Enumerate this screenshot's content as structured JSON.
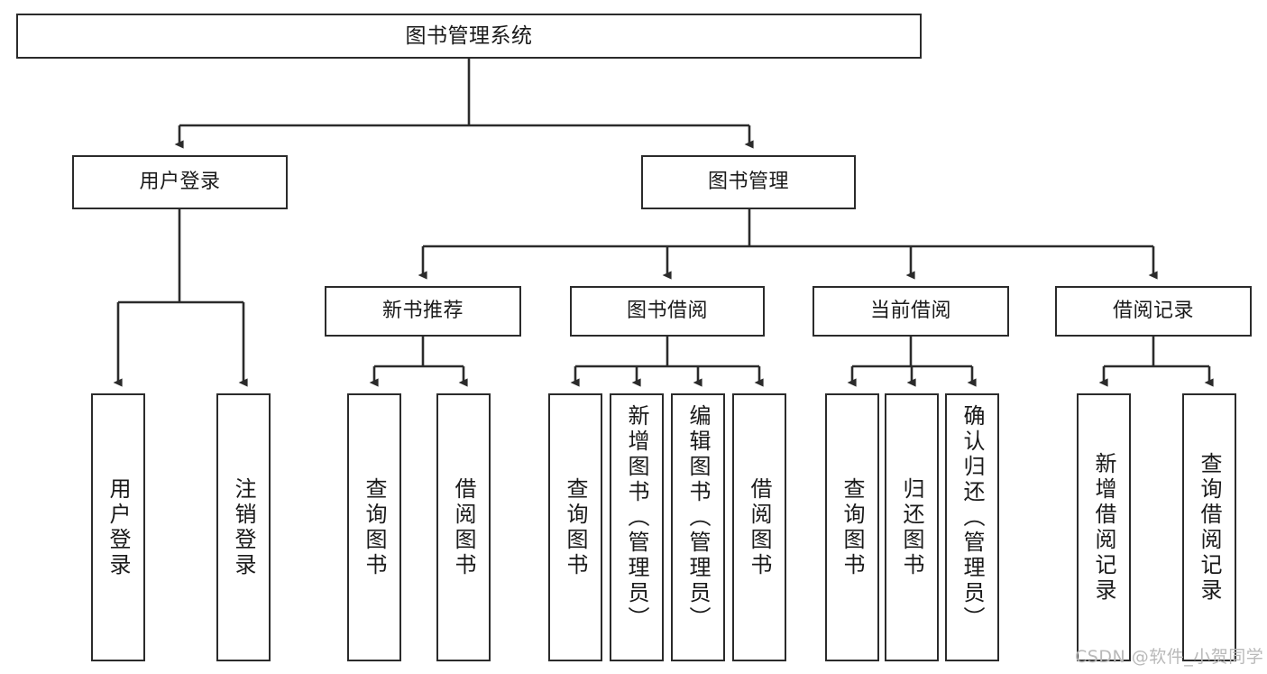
{
  "diagram": {
    "type": "tree",
    "title": "图书管理系统",
    "watermark": "CSDN @软件_小贺同学",
    "colors": {
      "stroke": "#2b2b2b",
      "fill": "#ffffff",
      "text": "#1a1a1a",
      "watermark": "#b9b9b9",
      "background": "#ffffff"
    },
    "nodes": {
      "root": {
        "label": "图书管理系统"
      },
      "level2": [
        {
          "label": "用户登录"
        },
        {
          "label": "图书管理"
        }
      ],
      "level3": [
        {
          "label": "新书推荐"
        },
        {
          "label": "图书借阅"
        },
        {
          "label": "当前借阅"
        },
        {
          "label": "借阅记录"
        }
      ],
      "leaves": {
        "user_login": [
          {
            "label": "用户登录"
          },
          {
            "label": "注销登录"
          }
        ],
        "new_book_recommend": [
          {
            "label": "查询图书"
          },
          {
            "label": "借阅图书"
          }
        ],
        "book_borrow": [
          {
            "label": "查询图书"
          },
          {
            "label": "新增图书（管理员）"
          },
          {
            "label": "编辑图书（管理员）"
          },
          {
            "label": "借阅图书"
          }
        ],
        "current_borrow": [
          {
            "label": "查询图书"
          },
          {
            "label": "归还图书"
          },
          {
            "label": "确认归还（管理员）"
          }
        ],
        "borrow_record": [
          {
            "label": "新增借阅记录"
          },
          {
            "label": "查询借阅记录"
          }
        ]
      }
    }
  }
}
